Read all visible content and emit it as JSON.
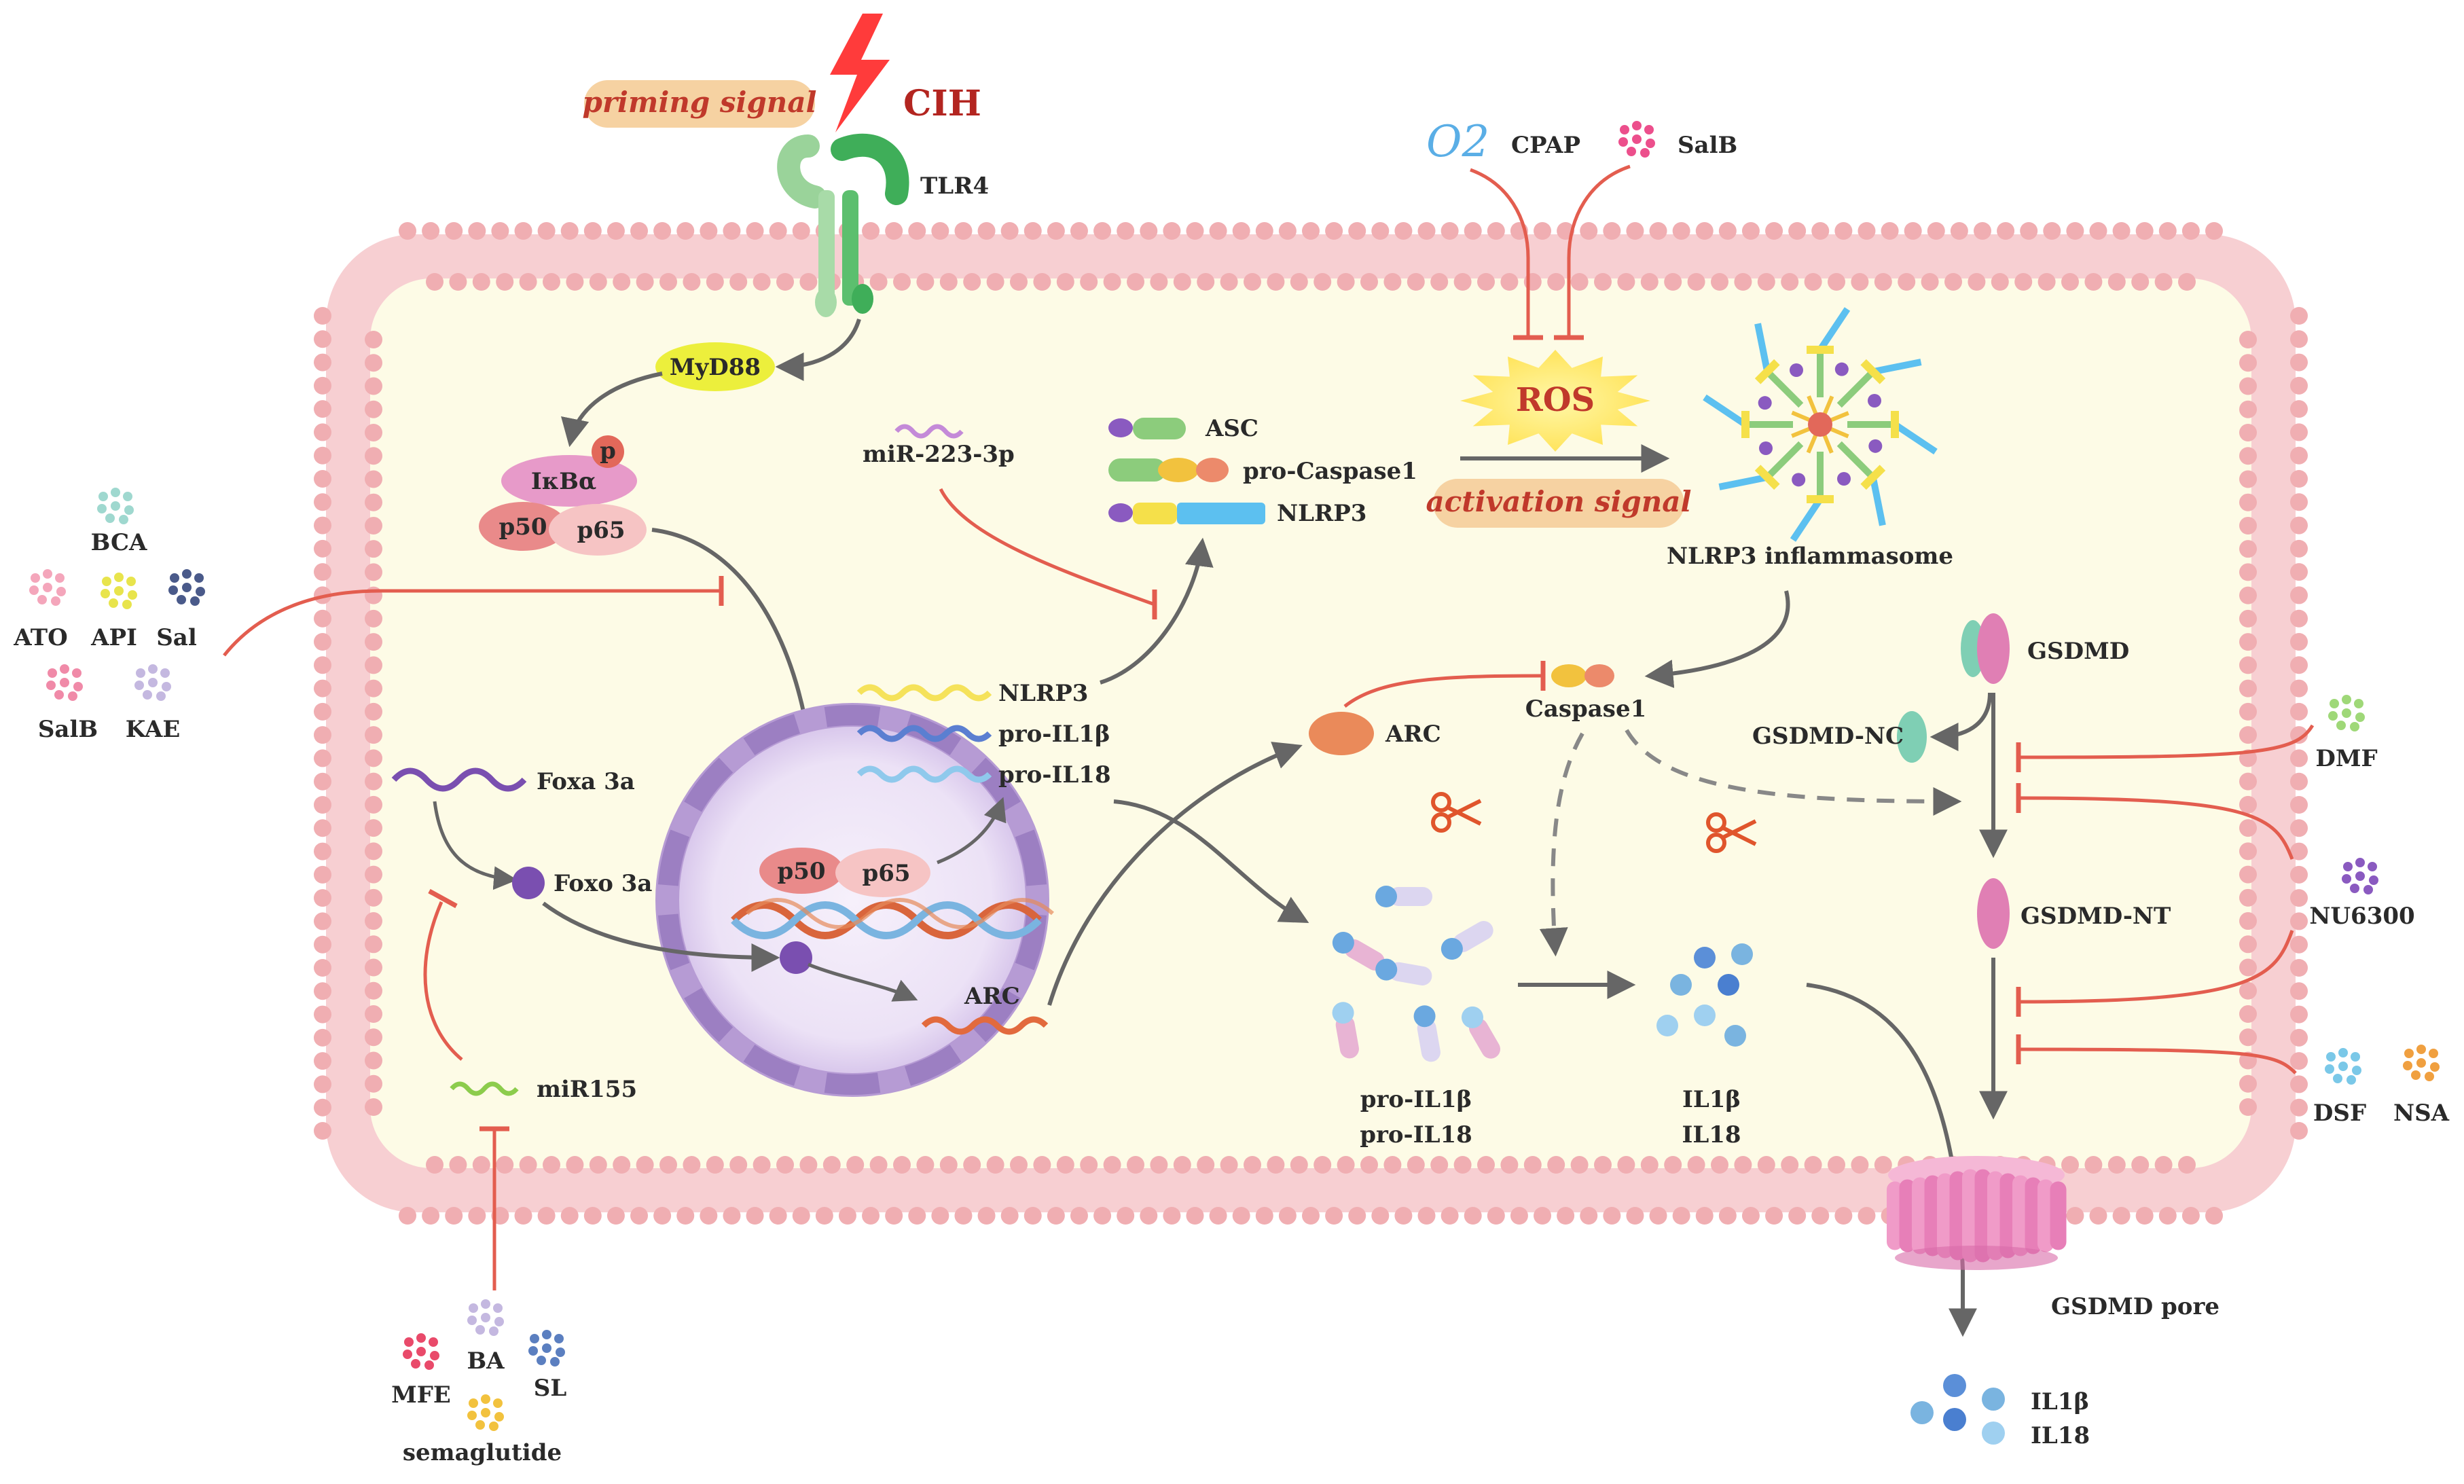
{
  "labels": {
    "priming_signal": "priming signal",
    "cih": "CIH",
    "tlr4": "TLR4",
    "myd88": "MyD88",
    "p": "p",
    "ikba": "IκBα",
    "p50": "p50",
    "p65": "p65",
    "mir223": "miR-223-3p",
    "asc": "ASC",
    "pro_caspase1": "pro-Caspase1",
    "nlrp3": "NLRP3",
    "o2": "O2",
    "cpap": "CPAP",
    "salb": "SalB",
    "ros": "ROS",
    "activation_signal": "activation signal",
    "nlrp3_inflammasome": "NLRP3 inflammasome",
    "gsdmd": "GSDMD",
    "gsdmd_nc": "GSDMD-NC",
    "gsdmd_nt": "GSDMD-NT",
    "gsdmd_pore": "GSDMD pore",
    "caspase1": "Caspase1",
    "arc": "ARC",
    "foxa3a": "Foxa 3a",
    "foxo3a": "Foxo 3a",
    "mir155": "miR155",
    "nuc_nlrp3": "NLRP3",
    "nuc_proil1b": "pro-IL1β",
    "nuc_proil18": "pro-IL18",
    "nuc_p50": "p50",
    "nuc_p65": "p65",
    "nuc_arc": "ARC",
    "pro_il1b": "pro-IL1β",
    "pro_il18": "pro-IL18",
    "il1b": "IL1β",
    "il18": "IL18",
    "out_il1b": "IL1β",
    "out_il18": "IL18"
  },
  "drugs_left": [
    "BCA",
    "ATO",
    "API",
    "Sal",
    "SalB",
    "KAE"
  ],
  "drugs_bottom": [
    "BA",
    "MFE",
    "SL",
    "semaglutide"
  ],
  "drugs_right": [
    "DMF",
    "NU6300",
    "DSF",
    "NSA"
  ],
  "colors": {
    "membrane_head": "#f2b3b6",
    "cytoplasm": "#fdfbe6",
    "inhibition": "#e35d4f",
    "signal_red": "#c0392b",
    "nucleus": "#b69bd4",
    "gsdmd": "#e07fb4"
  }
}
